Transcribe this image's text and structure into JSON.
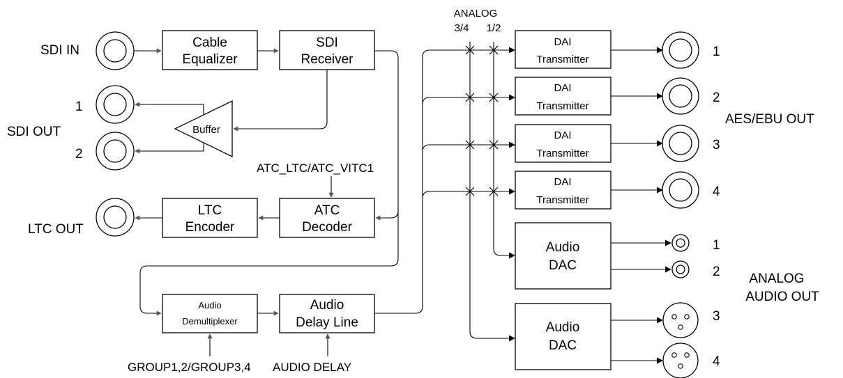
{
  "inputs": {
    "sdi_in": "SDI IN"
  },
  "outputs": {
    "sdi_out": "SDI OUT",
    "sdi_out_1": "1",
    "sdi_out_2": "2",
    "ltc_out": "LTC OUT",
    "aes_ebu_out": "AES/EBU OUT",
    "aes_numbers": [
      "1",
      "2",
      "3",
      "4"
    ],
    "analog_audio_out_line1": "ANALOG",
    "analog_audio_out_line2": "AUDIO OUT",
    "analog_numbers": [
      "1",
      "2",
      "3",
      "4"
    ]
  },
  "blocks": {
    "cable_equalizer": [
      "Cable",
      "Equalizer"
    ],
    "sdi_receiver": [
      "SDI",
      "Receiver"
    ],
    "buffer": "Buffer",
    "ltc_encoder": [
      "LTC",
      "Encoder"
    ],
    "atc_decoder": [
      "ATC",
      "Decoder"
    ],
    "audio_demultiplexer": [
      "Audio",
      "Demultiplexer"
    ],
    "audio_delay_line": [
      "Audio",
      "Delay Line"
    ],
    "dai_transmitter": [
      "DAI",
      "Transmitter"
    ],
    "audio_dac": [
      "Audio",
      "DAC"
    ]
  },
  "controls": {
    "atc_select": "ATC_LTC/ATC_VITC1",
    "group_select": "GROUP1,2/GROUP3,4",
    "audio_delay": "AUDIO DELAY"
  },
  "analog_header": {
    "title": "ANALOG",
    "ch34": "3/4",
    "ch12": "1/2"
  }
}
